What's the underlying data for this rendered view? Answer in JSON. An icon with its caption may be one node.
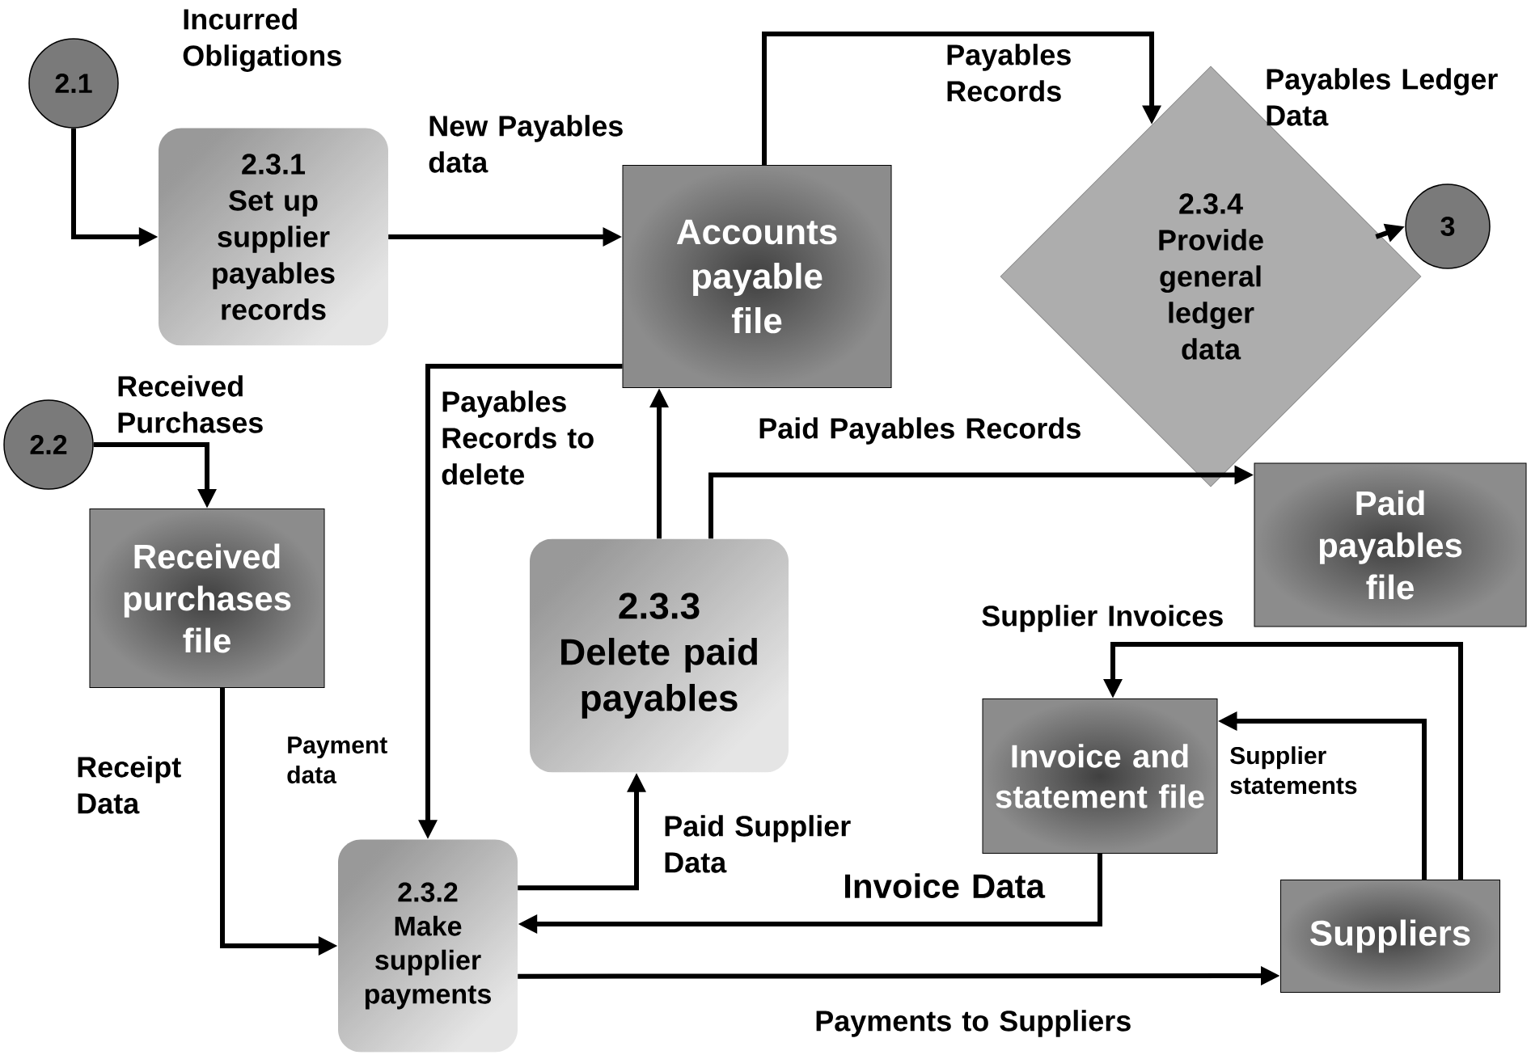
{
  "diagram": {
    "nodes": [
      {
        "text": [
          "2.1"
        ]
      },
      {
        "text": [
          "2.3.1",
          "Set up supplier payables records"
        ]
      },
      {
        "text": [
          "Accounts payable file"
        ]
      },
      {
        "text": [
          "2.3.4",
          "Provide general ledger data"
        ]
      },
      {
        "text": [
          "3"
        ]
      },
      {
        "text": [
          "2.2"
        ]
      },
      {
        "text": [
          "Received purchases file"
        ]
      },
      {
        "text": [
          "2.3.3",
          "Delete paid payables"
        ]
      },
      {
        "text": [
          "Paid payables file"
        ]
      },
      {
        "text": [
          "Invoice and statement file"
        ]
      },
      {
        "text": [
          "2.3.2",
          "Make supplier payments"
        ]
      },
      {
        "text": [
          "Suppliers"
        ]
      }
    ],
    "edges": [
      {
        "from": 0,
        "to": 1,
        "arrow": "to",
        "label": "Incurred Obligations"
      },
      {
        "from": 5,
        "to": 6,
        "arrow": "to",
        "label": "Received Purchases"
      },
      {
        "from": 1,
        "to": 2,
        "arrow": "to",
        "label": "New Payables data"
      },
      {
        "from": 2,
        "to": 3,
        "arrow": "to",
        "label": "Payables Records"
      },
      {
        "from": 3,
        "to": 4,
        "arrow": "to",
        "label": "Payables Ledger Data"
      },
      {
        "from": 2,
        "to": 10,
        "arrow": "to",
        "label": "Payables Records to delete"
      },
      {
        "from": 7,
        "to": 2,
        "arrow": "to"
      },
      {
        "from": 7,
        "to": 8,
        "arrow": "to",
        "label": "Paid Payables Records"
      },
      {
        "from": 6,
        "to": 10,
        "arrow": "to",
        "label": "Receipt Data"
      },
      {
        "from": 10,
        "to": 7,
        "arrow": "to",
        "label": "Paid Supplier Data"
      },
      {
        "from": 9,
        "to": 10,
        "arrow": "to",
        "label": "Invoice Data"
      },
      {
        "from": 10,
        "to": 11,
        "arrow": "to",
        "label": "Payments to Suppliers"
      },
      {
        "from": 11,
        "to": 9,
        "arrow": "to",
        "label": "Supplier Invoices"
      },
      {
        "from": 11,
        "to": 9,
        "arrow": "to",
        "label": "Supplier statements"
      }
    ],
    "labels": [
      "Payment data"
    ]
  }
}
